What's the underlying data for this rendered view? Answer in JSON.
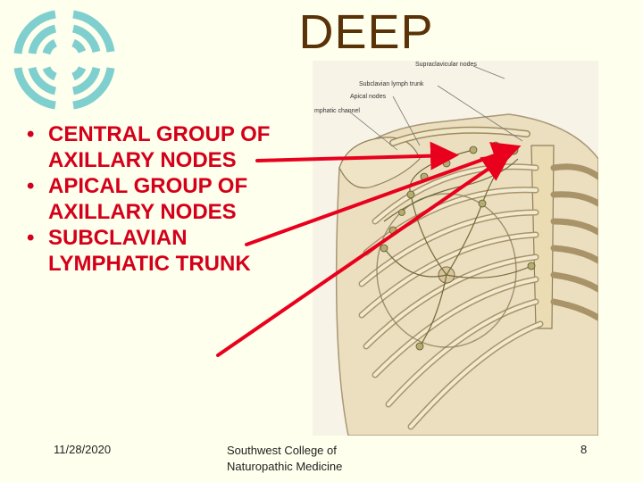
{
  "slide": {
    "title": "DEEP",
    "bullets": [
      "CENTRAL GROUP OF AXILLARY NODES",
      "APICAL GROUP OF AXILLARY NODES",
      "SUBCLAVIAN LYMPHATIC TRUNK"
    ]
  },
  "figure": {
    "labels": {
      "supraclavicular": "Supraclavicular nodes",
      "subclavian": "Subclavian lymph trunk",
      "apical": "Apical nodes",
      "channel": "mphatic channel"
    }
  },
  "footer": {
    "date": "11/28/2020",
    "center": "Southwest College of Naturopathic Medicine",
    "page": "8"
  },
  "colors": {
    "title": "#5a3208",
    "bullet_text": "#d4001a",
    "arrow": "#e8001c",
    "logo": "#7fcfcf"
  }
}
